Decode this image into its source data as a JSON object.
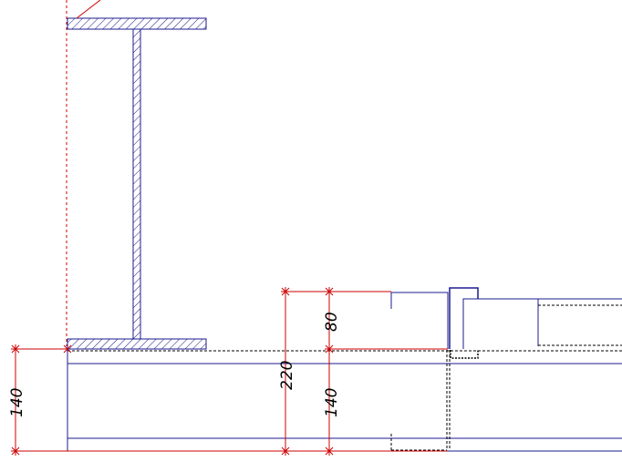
{
  "drawing": {
    "colors": {
      "background": "#ffffff",
      "structure": "#1b1b8f",
      "dimension": "#cc0000",
      "hidden": "#000000",
      "hatch": "#1b1b8f"
    },
    "dimensions": [
      {
        "id": "dim-140-left",
        "label": "140"
      },
      {
        "id": "dim-220",
        "label": "220"
      },
      {
        "id": "dim-80",
        "label": "80"
      },
      {
        "id": "dim-140-right",
        "label": "140"
      }
    ]
  }
}
